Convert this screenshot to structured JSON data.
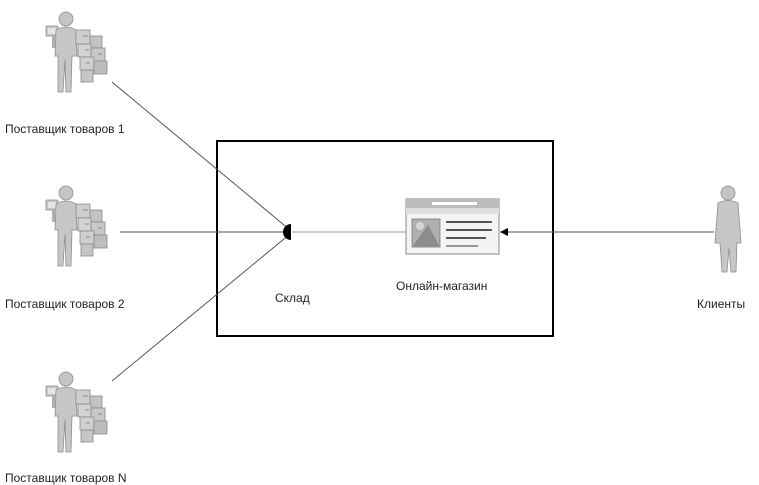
{
  "nodes": {
    "supplier_1": {
      "label": "Поставщик товаров 1",
      "icon": "supplier-person-with-boxes-icon"
    },
    "supplier_2": {
      "label": "Поставщик товаров 2",
      "icon": "supplier-person-with-boxes-icon"
    },
    "supplier_n": {
      "label": "Поставщик товаров N",
      "icon": "supplier-person-with-boxes-icon"
    },
    "warehouse": {
      "label": "Склад"
    },
    "shop": {
      "label": "Онлайн-магазин",
      "icon": "web-page-window-icon"
    },
    "clients": {
      "label": "Клиенты",
      "icon": "person-icon"
    }
  },
  "colors": {
    "line": "#555555",
    "box_border": "#000000",
    "icon_fill": "#bfbfbf",
    "icon_dark": "#9a9a9a"
  }
}
